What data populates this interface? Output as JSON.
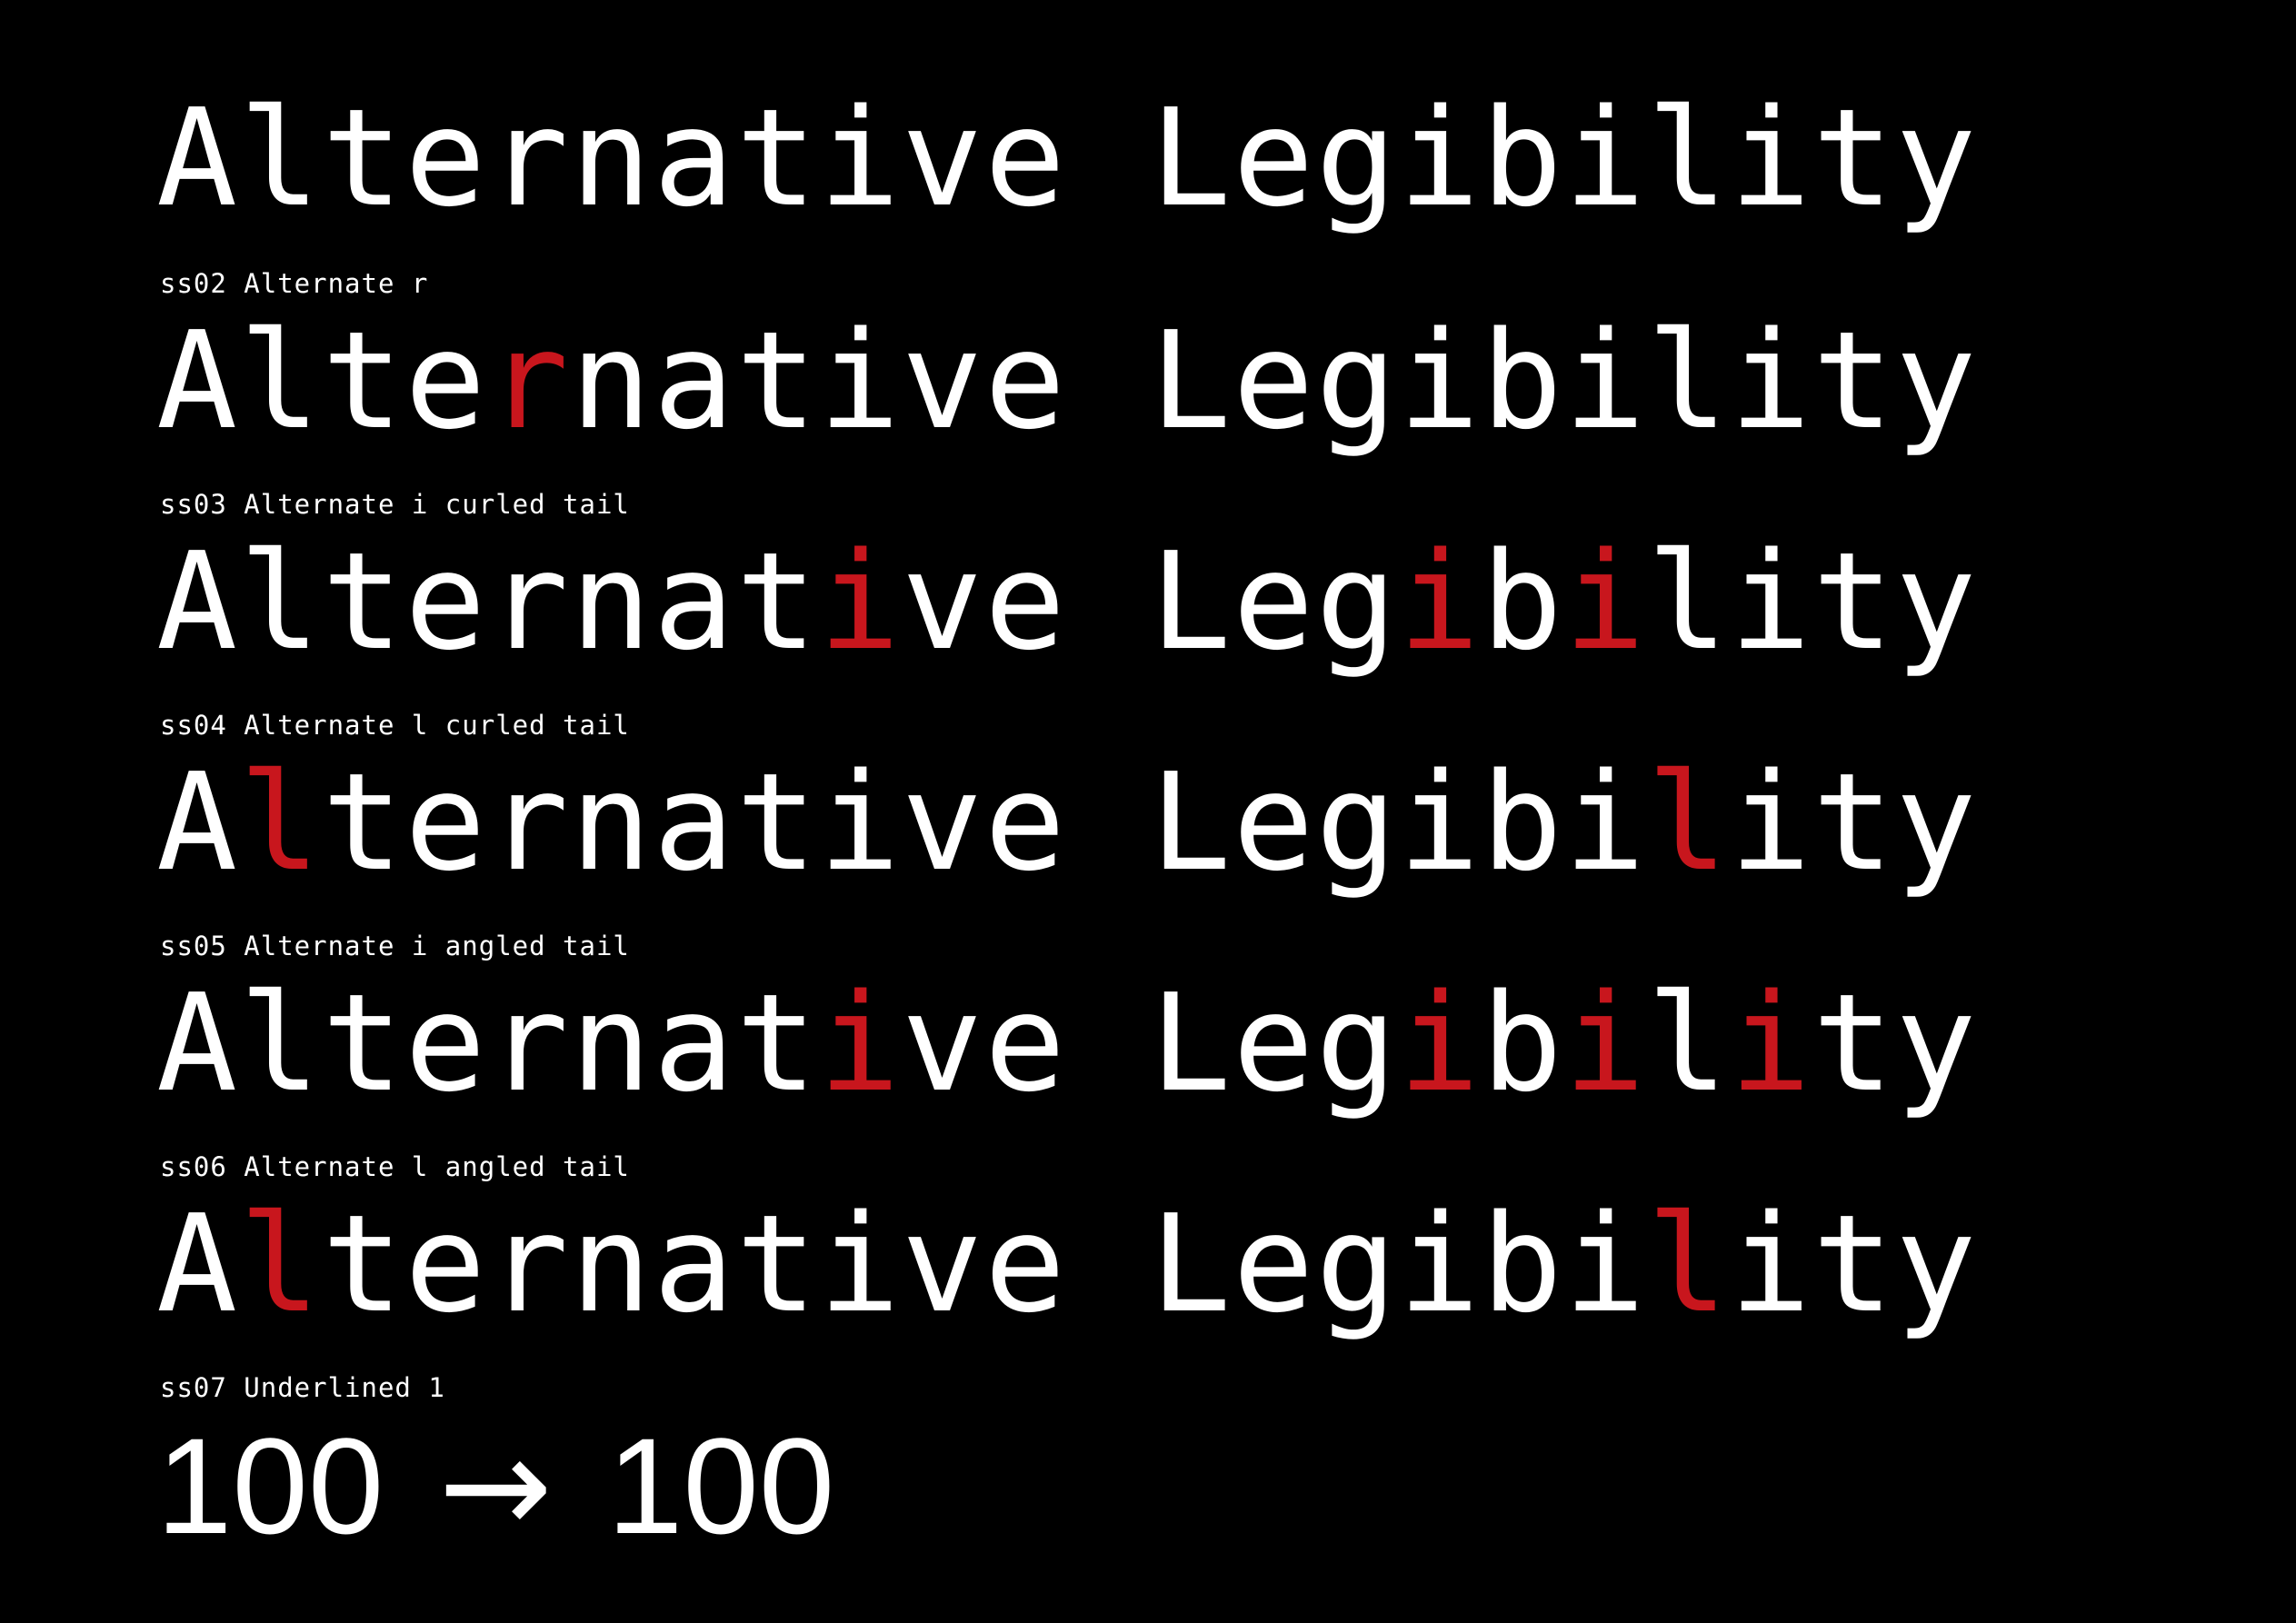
{
  "colors": {
    "background": "#000000",
    "text": "#ffffff",
    "highlight": "#c8161d"
  },
  "rows": [
    {
      "caption": "",
      "segments": [
        {
          "text": "Alternative Legibility",
          "hl": false
        }
      ]
    },
    {
      "caption": "ss02 Alternate r",
      "segments": [
        {
          "text": "Alte",
          "hl": false
        },
        {
          "text": "r",
          "hl": true
        },
        {
          "text": "native Legibility",
          "hl": false
        }
      ]
    },
    {
      "caption": "ss03 Alternate i curled tail",
      "segments": [
        {
          "text": "Alternat",
          "hl": false
        },
        {
          "text": "i",
          "hl": true
        },
        {
          "text": "ve Leg",
          "hl": false
        },
        {
          "text": "i",
          "hl": true
        },
        {
          "text": "b",
          "hl": false
        },
        {
          "text": "i",
          "hl": true
        },
        {
          "text": "lity",
          "hl": false
        }
      ]
    },
    {
      "caption": "ss04 Alternate l curled tail",
      "segments": [
        {
          "text": "A",
          "hl": false
        },
        {
          "text": "l",
          "hl": true
        },
        {
          "text": "ternative Legibi",
          "hl": false
        },
        {
          "text": "l",
          "hl": true
        },
        {
          "text": "ity",
          "hl": false
        }
      ]
    },
    {
      "caption": "ss05 Alternate i angled tail",
      "segments": [
        {
          "text": "Alternat",
          "hl": false
        },
        {
          "text": "i",
          "hl": true
        },
        {
          "text": "ve Leg",
          "hl": false
        },
        {
          "text": "i",
          "hl": true
        },
        {
          "text": "b",
          "hl": false
        },
        {
          "text": "i",
          "hl": true
        },
        {
          "text": "l",
          "hl": false
        },
        {
          "text": "i",
          "hl": true
        },
        {
          "text": "ty",
          "hl": false
        }
      ]
    },
    {
      "caption": "ss06 Alternate l angled tail",
      "segments": [
        {
          "text": "A",
          "hl": false
        },
        {
          "text": "l",
          "hl": true
        },
        {
          "text": "ternative Legibi",
          "hl": false
        },
        {
          "text": "l",
          "hl": true
        },
        {
          "text": "ity",
          "hl": false
        }
      ]
    }
  ],
  "numbers_row": {
    "caption": "ss07 Underlined 1",
    "before": "100",
    "arrow": "→",
    "after": "100"
  }
}
